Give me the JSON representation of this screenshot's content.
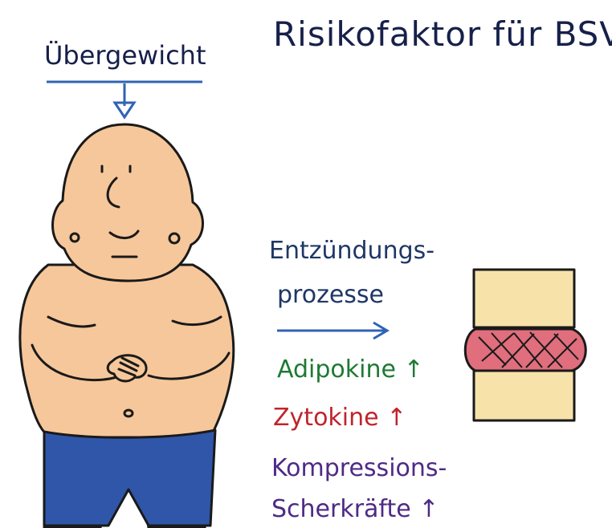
{
  "title": "Risikofaktor für BSV",
  "obesity_label": "Übergewicht",
  "inflammation": {
    "line1": "Entzündungs-",
    "line2": "prozesse"
  },
  "factors": [
    {
      "text": "Adipokine ↑",
      "color": "#1e7a34"
    },
    {
      "text": "Zytokine ↑",
      "color": "#c0242c"
    },
    {
      "text": "Kompressions-",
      "color": "#4e2a86"
    },
    {
      "text": "Scherkräfte ↑",
      "color": "#4e2a86"
    }
  ],
  "colors": {
    "skin": "#f6c79a",
    "shorts": "#2f56a8",
    "arrow": "#2f63b4",
    "vertebra": "#f7e2aa",
    "disc": "#e06e7c",
    "outline": "#1a1a1a"
  },
  "icons": [
    "down-arrow-icon",
    "right-arrow-icon"
  ]
}
